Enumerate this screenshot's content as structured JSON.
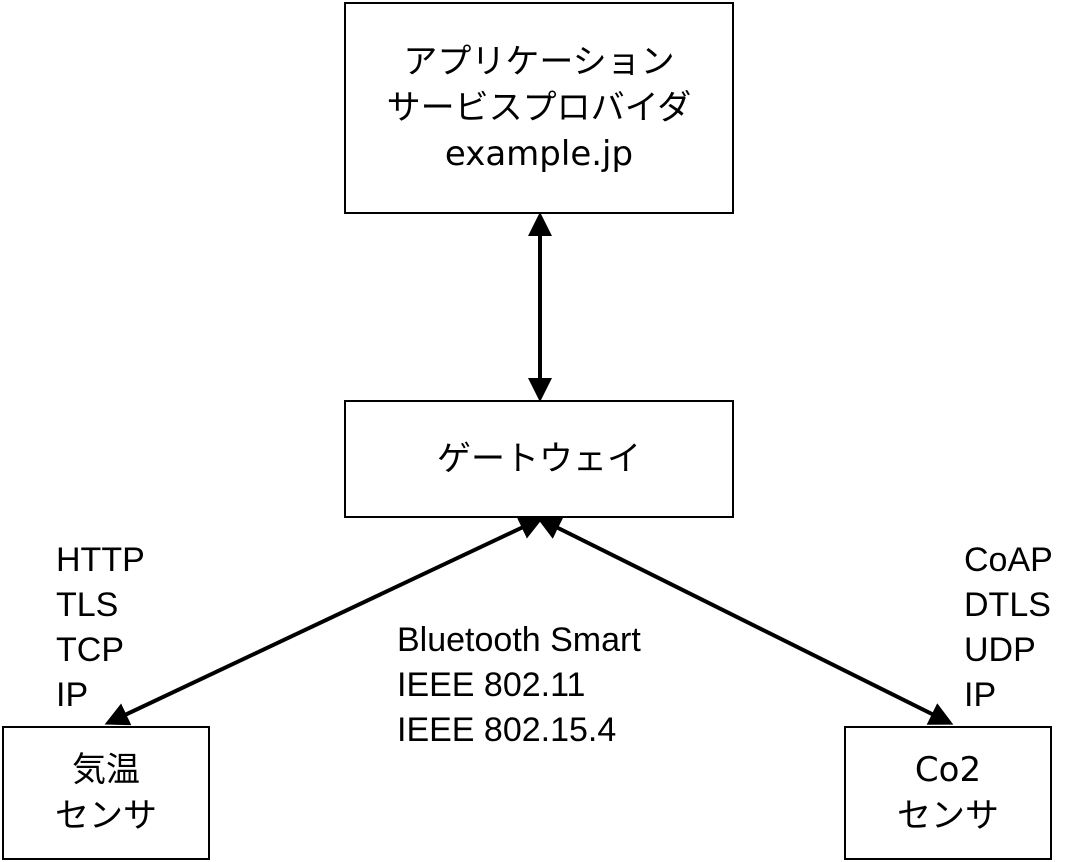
{
  "provider": {
    "lines": [
      "アプリケーション",
      "サービスプロバイダ",
      "example.jp"
    ]
  },
  "gateway": {
    "label": "ゲートウェイ"
  },
  "temperature_sensor": {
    "lines": [
      "気温",
      "センサ"
    ]
  },
  "co2_sensor": {
    "lines": [
      "Co2",
      "センサ"
    ]
  },
  "left_protocols": [
    "HTTP",
    "TLS",
    "TCP",
    "IP"
  ],
  "right_protocols": [
    "CoAP",
    "DTLS",
    "UDP",
    "IP"
  ],
  "link_protocols": [
    "Bluetooth Smart",
    "IEEE 802.11",
    "IEEE 802.15.4"
  ],
  "colors": {
    "line": "#000000",
    "background": "#ffffff"
  }
}
